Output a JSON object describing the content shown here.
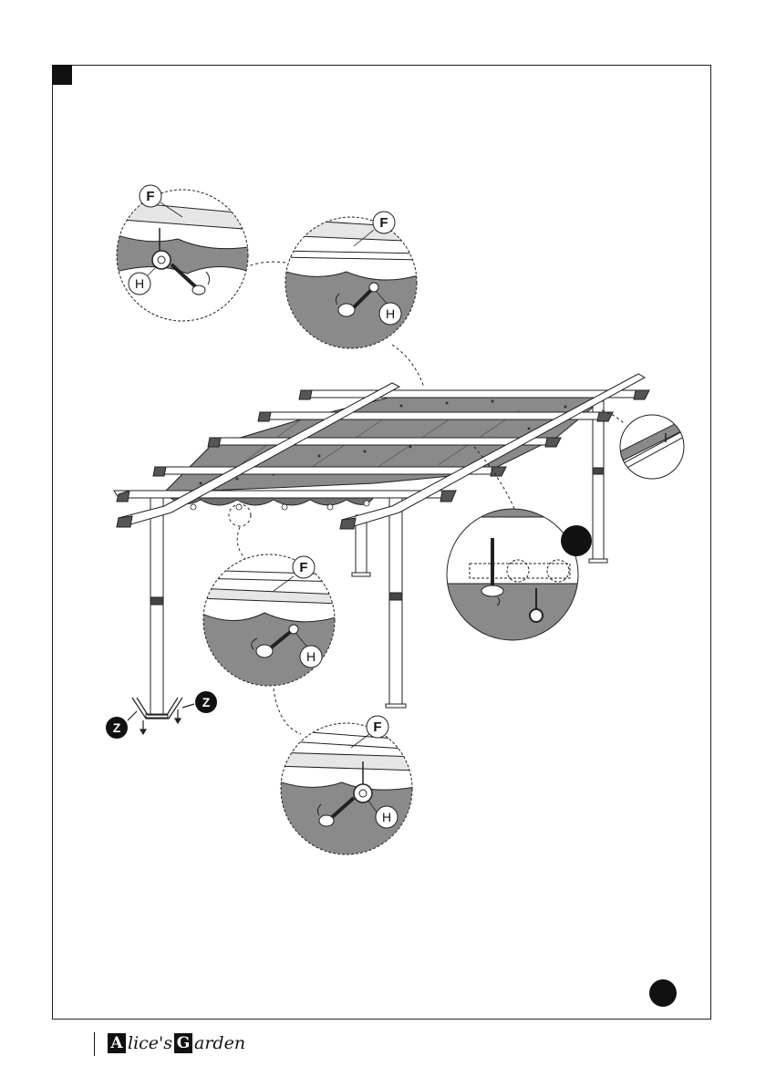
{
  "callouts": {
    "part_f": "F",
    "part_h": "H",
    "part_z": "Z"
  },
  "logo": {
    "letter_1": "A",
    "text_1": "lice's",
    "letter_2": "G",
    "text_2": "arden"
  },
  "colors": {
    "ink": "#111111",
    "canopy": "#8a8a8a",
    "canopy_dark": "#6f6f6f",
    "inset_bg": "#e6e6e6",
    "beam_end": "#555555"
  }
}
